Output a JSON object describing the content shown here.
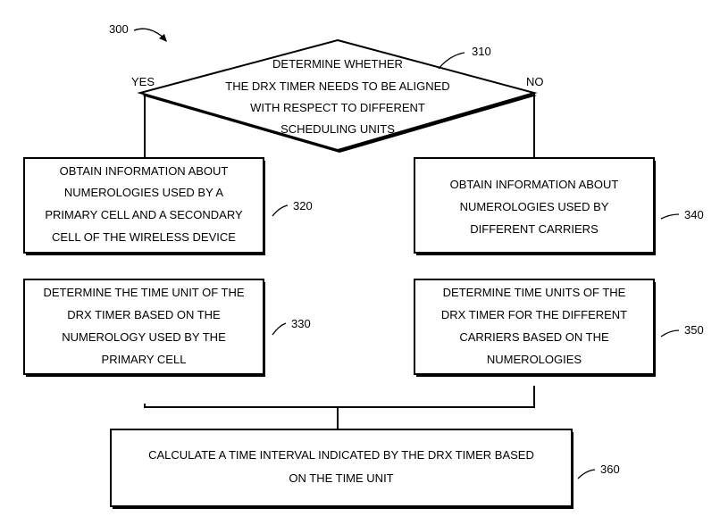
{
  "figure_label": "300",
  "decision": {
    "ref": "310",
    "lines": [
      "DETERMINE WHETHER",
      "THE DRX TIMER NEEDS TO BE ALIGNED",
      "WITH RESPECT TO DIFFERENT",
      "SCHEDULING UNITS"
    ],
    "yes_label": "YES",
    "no_label": "NO"
  },
  "steps": {
    "s320": {
      "ref": "320",
      "lines": [
        "OBTAIN INFORMATION ABOUT",
        "NUMEROLOGIES USED BY A",
        "PRIMARY CELL AND A SECONDARY",
        "CELL OF THE WIRELESS DEVICE"
      ]
    },
    "s330": {
      "ref": "330",
      "lines": [
        "DETERMINE THE TIME UNIT OF THE",
        "DRX TIMER BASED ON THE",
        "NUMEROLOGY USED BY THE",
        "PRIMARY CELL"
      ]
    },
    "s340": {
      "ref": "340",
      "lines": [
        "OBTAIN INFORMATION ABOUT",
        "NUMEROLOGIES USED BY",
        "DIFFERENT CARRIERS"
      ]
    },
    "s350": {
      "ref": "350",
      "lines": [
        "DETERMINE TIME UNITS OF THE",
        "DRX TIMER FOR THE DIFFERENT",
        "CARRIERS BASED ON THE",
        "NUMEROLOGIES"
      ]
    },
    "s360": {
      "ref": "360",
      "lines": [
        "CALCULATE A TIME INTERVAL INDICATED BY THE DRX TIMER BASED",
        "ON THE TIME UNIT"
      ]
    }
  }
}
